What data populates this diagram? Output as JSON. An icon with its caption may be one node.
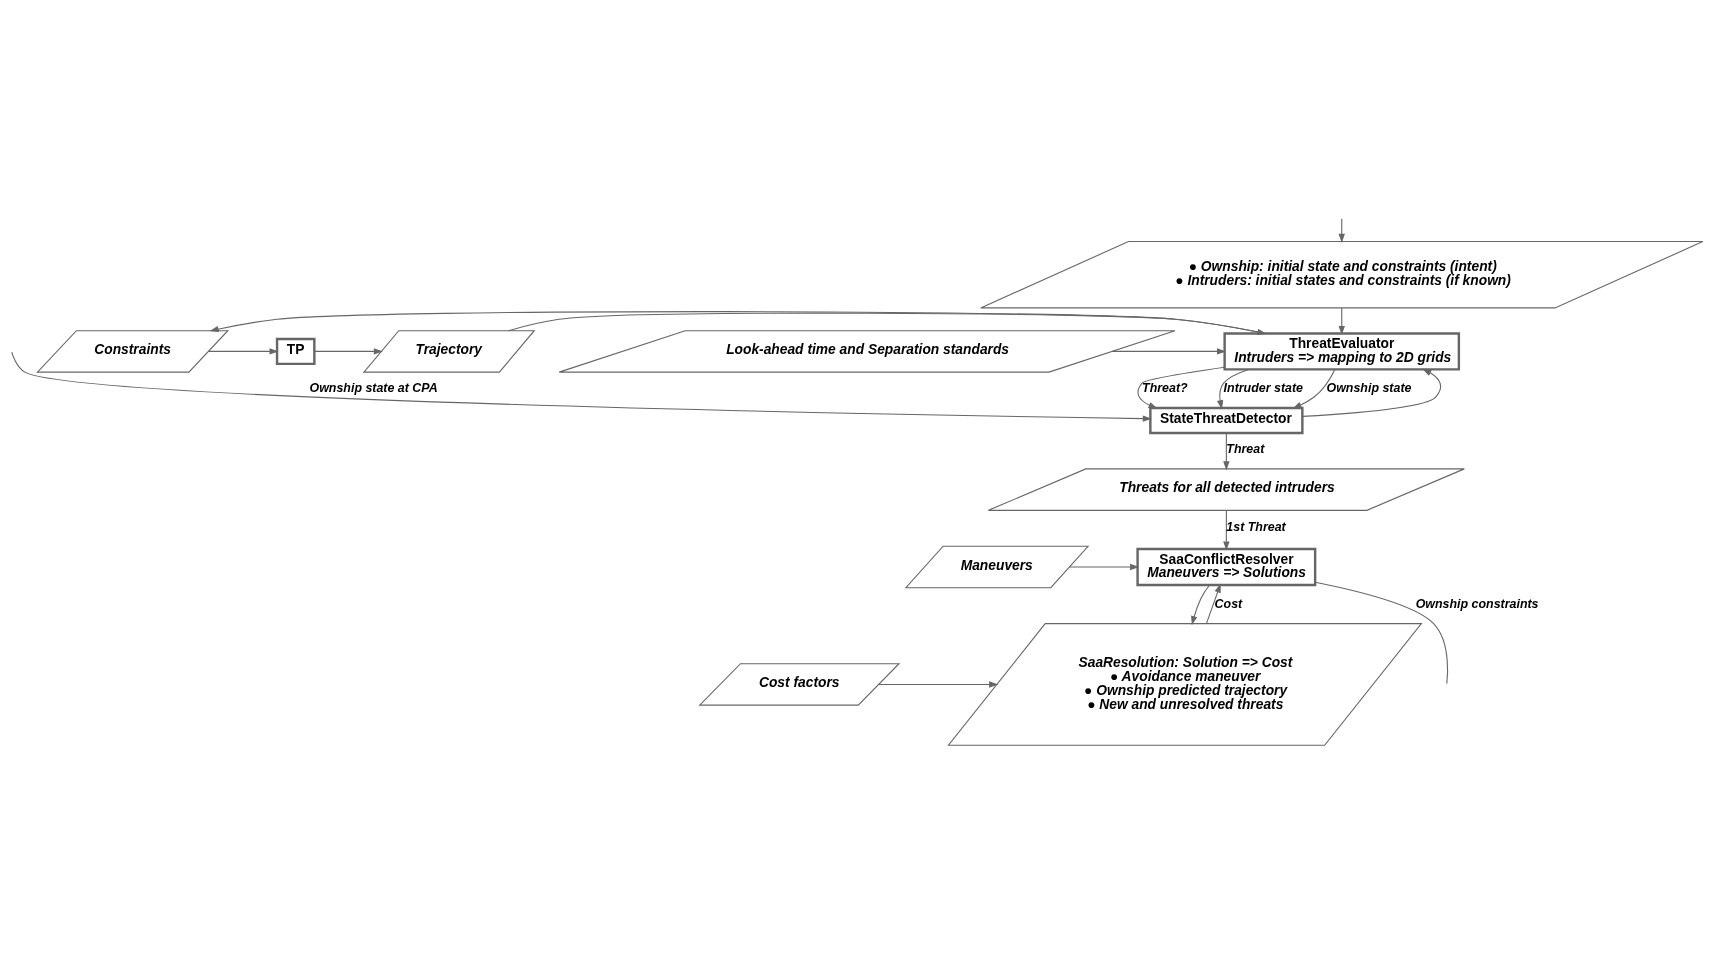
{
  "diagram": {
    "nodes": [
      {
        "text": [
          "● Ownship: initial state and constraints (intent)",
          "● Intruders: initial states and constraints (if known)"
        ]
      },
      {
        "text": [
          "ThreatEvaluator",
          "Intruders => mapping to 2D grids"
        ]
      },
      {
        "text": [
          "Look-ahead time and Separation standards"
        ]
      },
      {
        "text": [
          "Constraints"
        ]
      },
      {
        "text": [
          "Trajectory"
        ]
      },
      {
        "text": [
          "TP"
        ]
      },
      {
        "text": [
          "StateThreatDetector"
        ]
      },
      {
        "text": [
          "Threats for all detected intruders"
        ]
      },
      {
        "text": [
          "Maneuvers"
        ]
      },
      {
        "text": [
          "SaaConflictResolver",
          "Maneuvers => Solutions"
        ]
      },
      {
        "text": [
          "Cost factors"
        ]
      },
      {
        "text": [
          "SaaResolution: Solution => Cost",
          "● Avoidance maneuver",
          "● Ownship predicted trajectory",
          "● New and unresolved threats"
        ]
      }
    ],
    "edges": [
      {
        "from": null,
        "to": 0,
        "arrow": "to"
      },
      {
        "from": 0,
        "to": 1,
        "arrow": "to"
      },
      {
        "from": 2,
        "to": 1,
        "arrow": "to"
      },
      {
        "from": 1,
        "to": 3,
        "arrow": "to"
      },
      {
        "from": 4,
        "to": 1,
        "arrow": "to"
      },
      {
        "from": 3,
        "to": 5,
        "arrow": "to"
      },
      {
        "from": 5,
        "to": 4,
        "arrow": "to"
      },
      {
        "from": 1,
        "to": 6,
        "arrow": "to",
        "label": "Threat?"
      },
      {
        "from": 6,
        "to": 1,
        "arrow": "to"
      },
      {
        "from": 1,
        "to": 6,
        "arrow": "to",
        "label": "Intruder state"
      },
      {
        "from": 1,
        "to": 6,
        "arrow": "to",
        "label": "Ownship state"
      },
      {
        "from": null,
        "to": 6,
        "arrow": "to",
        "label": "Ownship state at CPA"
      },
      {
        "from": 6,
        "to": 7,
        "arrow": "to",
        "label": "Threat"
      },
      {
        "from": 7,
        "to": 9,
        "arrow": "to",
        "label": "1st Threat"
      },
      {
        "from": 8,
        "to": 9,
        "arrow": "to"
      },
      {
        "from": 9,
        "to": null,
        "arrow": "none",
        "label": "Ownship constraints"
      },
      {
        "from": 9,
        "to": 11,
        "arrow": "to"
      },
      {
        "from": 11,
        "to": 9,
        "arrow": "to",
        "label": "Cost"
      },
      {
        "from": 10,
        "to": 11,
        "arrow": "to"
      }
    ]
  }
}
